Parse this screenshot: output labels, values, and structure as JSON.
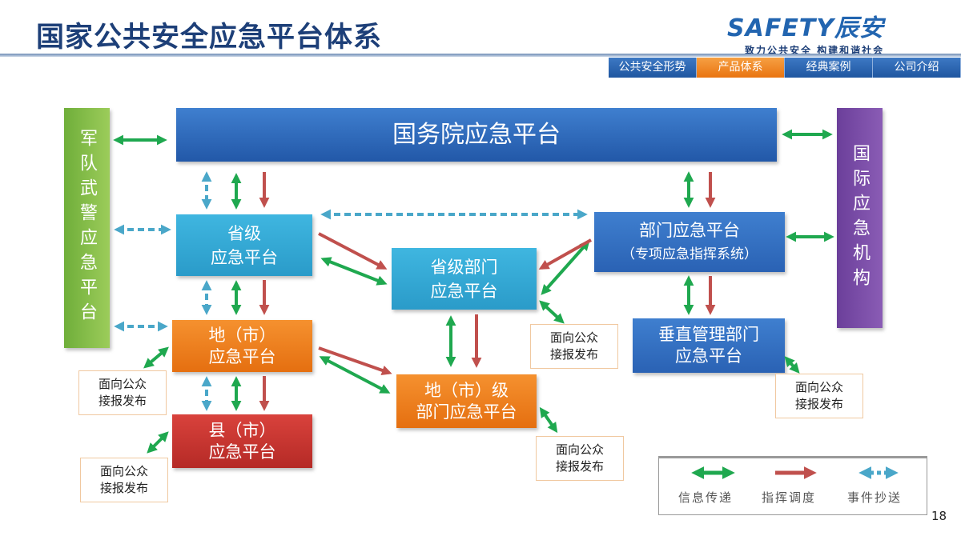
{
  "header": {
    "title": "国家公共安全应急平台体系",
    "logo_text": "SAFETY辰安",
    "logo_tagline": "致力公共安全  构建和谐社会"
  },
  "nav": {
    "tabs": [
      {
        "label": "公共安全形势"
      },
      {
        "label": "产品体系",
        "active": true
      },
      {
        "label": "经典案例"
      },
      {
        "label": "公司介绍"
      }
    ]
  },
  "nodes": {
    "military": "军队武警应急平台",
    "state_council": "国务院应急平台",
    "international": "国际应急机构",
    "provincial": {
      "line1": "省级",
      "line2": "应急平台"
    },
    "provincial_dept": {
      "line1": "省级部门",
      "line2": "应急平台"
    },
    "dept": {
      "line1": "部门应急平台",
      "line2": "（专项应急指挥系统）"
    },
    "city": {
      "line1": "地（市）",
      "line2": "应急平台"
    },
    "vertical": {
      "line1": "垂直管理部门",
      "line2": "应急平台"
    },
    "county": {
      "line1": "县（市）",
      "line2": "应急平台"
    },
    "city_dept": {
      "line1": "地（市）级",
      "line2": "部门应急平台"
    }
  },
  "public_box": {
    "line1": "面向公众",
    "line2": "接报发布"
  },
  "legend": {
    "info": "信息传递",
    "command": "指挥调度",
    "event": "事件抄送"
  },
  "colors": {
    "green": "#1fa84f",
    "red": "#c0504d",
    "cyan": "#4aa7c9",
    "blue": "#2e6cc0",
    "orange": "#ef7e1d",
    "purple": "#7b4fa5"
  },
  "page_number": "18"
}
